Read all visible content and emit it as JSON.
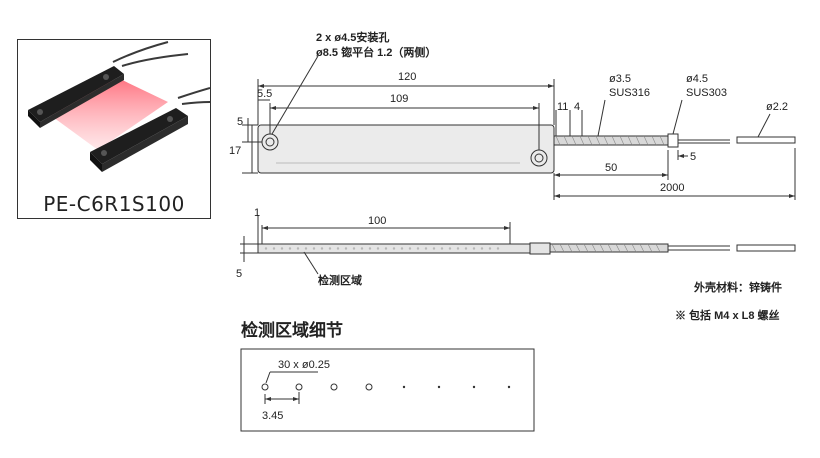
{
  "product": {
    "model": "PE-C6R1S100"
  },
  "top_view": {
    "mounting_note_line1": "2 x ø4.5安装孔",
    "mounting_note_line2": "ø8.5 锪平台 1.2（两侧）",
    "dim_total_length": "120",
    "dim_hole_pitch": "109",
    "dim_hole_offset": "5.5",
    "dim_hole_height": "5",
    "dim_body_height": "17",
    "dim_11": "11",
    "dim_4": "4",
    "dim_5_right": "5",
    "dim_50": "50",
    "dim_2000": "2000",
    "cable_a": {
      "diameter": "ø3.5",
      "material": "SUS316"
    },
    "cable_b": {
      "diameter": "ø4.5",
      "material": "SUS303"
    },
    "cable_c": {
      "diameter": "ø2.2"
    }
  },
  "side_view": {
    "dim_1": "1",
    "dim_100": "100",
    "dim_5": "5",
    "detect_label": "检测区域"
  },
  "notes": {
    "housing_material": "外壳材料：锌铸件",
    "screws": "※ 包括 M4 x L8 螺丝"
  },
  "detail": {
    "title": "检测区域细节",
    "holes_label": "30 x ø0.25",
    "pitch_label": "3.45"
  }
}
